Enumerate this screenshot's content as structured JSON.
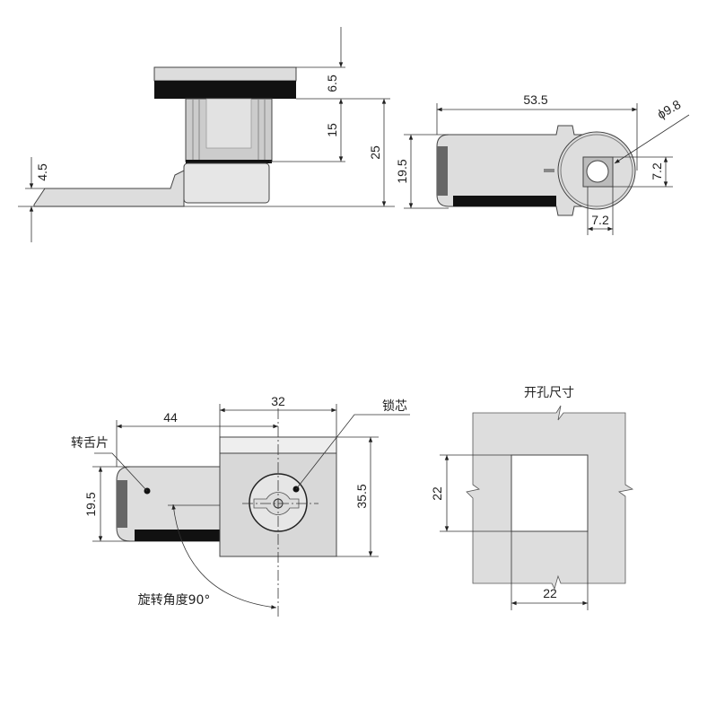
{
  "side_view": {
    "dim_plate": "6.5",
    "dim_body": "15",
    "dim_total": "25",
    "dim_tongue": "4.5"
  },
  "top_view": {
    "dim_length": "53.5",
    "dim_diameter": "ϕ9.8",
    "dim_width": "19.5",
    "dim_square_v": "7.2",
    "dim_square_h": "7.2"
  },
  "front_view": {
    "dim_tongue_len": "44",
    "dim_body_width": "32",
    "dim_tongue_width": "19.5",
    "dim_body_height": "35.5",
    "label_core": "锁芯",
    "label_tongue": "转舌片",
    "label_rotation": "旋转角度90°"
  },
  "cutout_view": {
    "title": "开孔尺寸",
    "dim_height": "22",
    "dim_width": "22"
  }
}
